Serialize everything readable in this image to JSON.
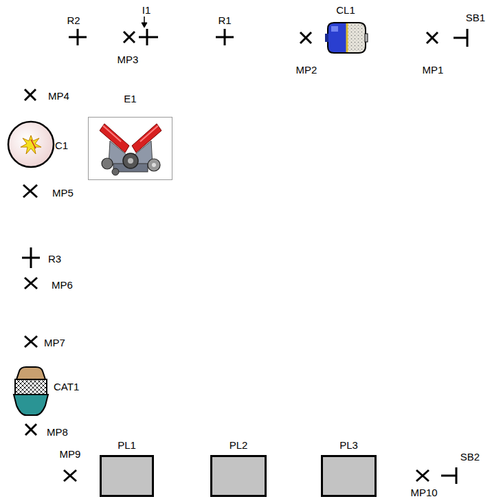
{
  "diagram": {
    "nodes": [
      {
        "text": [
          "E1"
        ]
      },
      {
        "text": [
          "PL1"
        ]
      },
      {
        "text": [
          "PL2"
        ]
      },
      {
        "text": [
          "PL3"
        ]
      }
    ],
    "labels": [
      "R2",
      "I1",
      "R1",
      "CL1",
      "SB1",
      "MP3",
      "MP2",
      "MP1",
      "MP4",
      "C1",
      "MP5",
      "R3",
      "MP6",
      "MP7",
      "CAT1",
      "MP8",
      "MP9",
      "MP10",
      "SB2"
    ]
  }
}
